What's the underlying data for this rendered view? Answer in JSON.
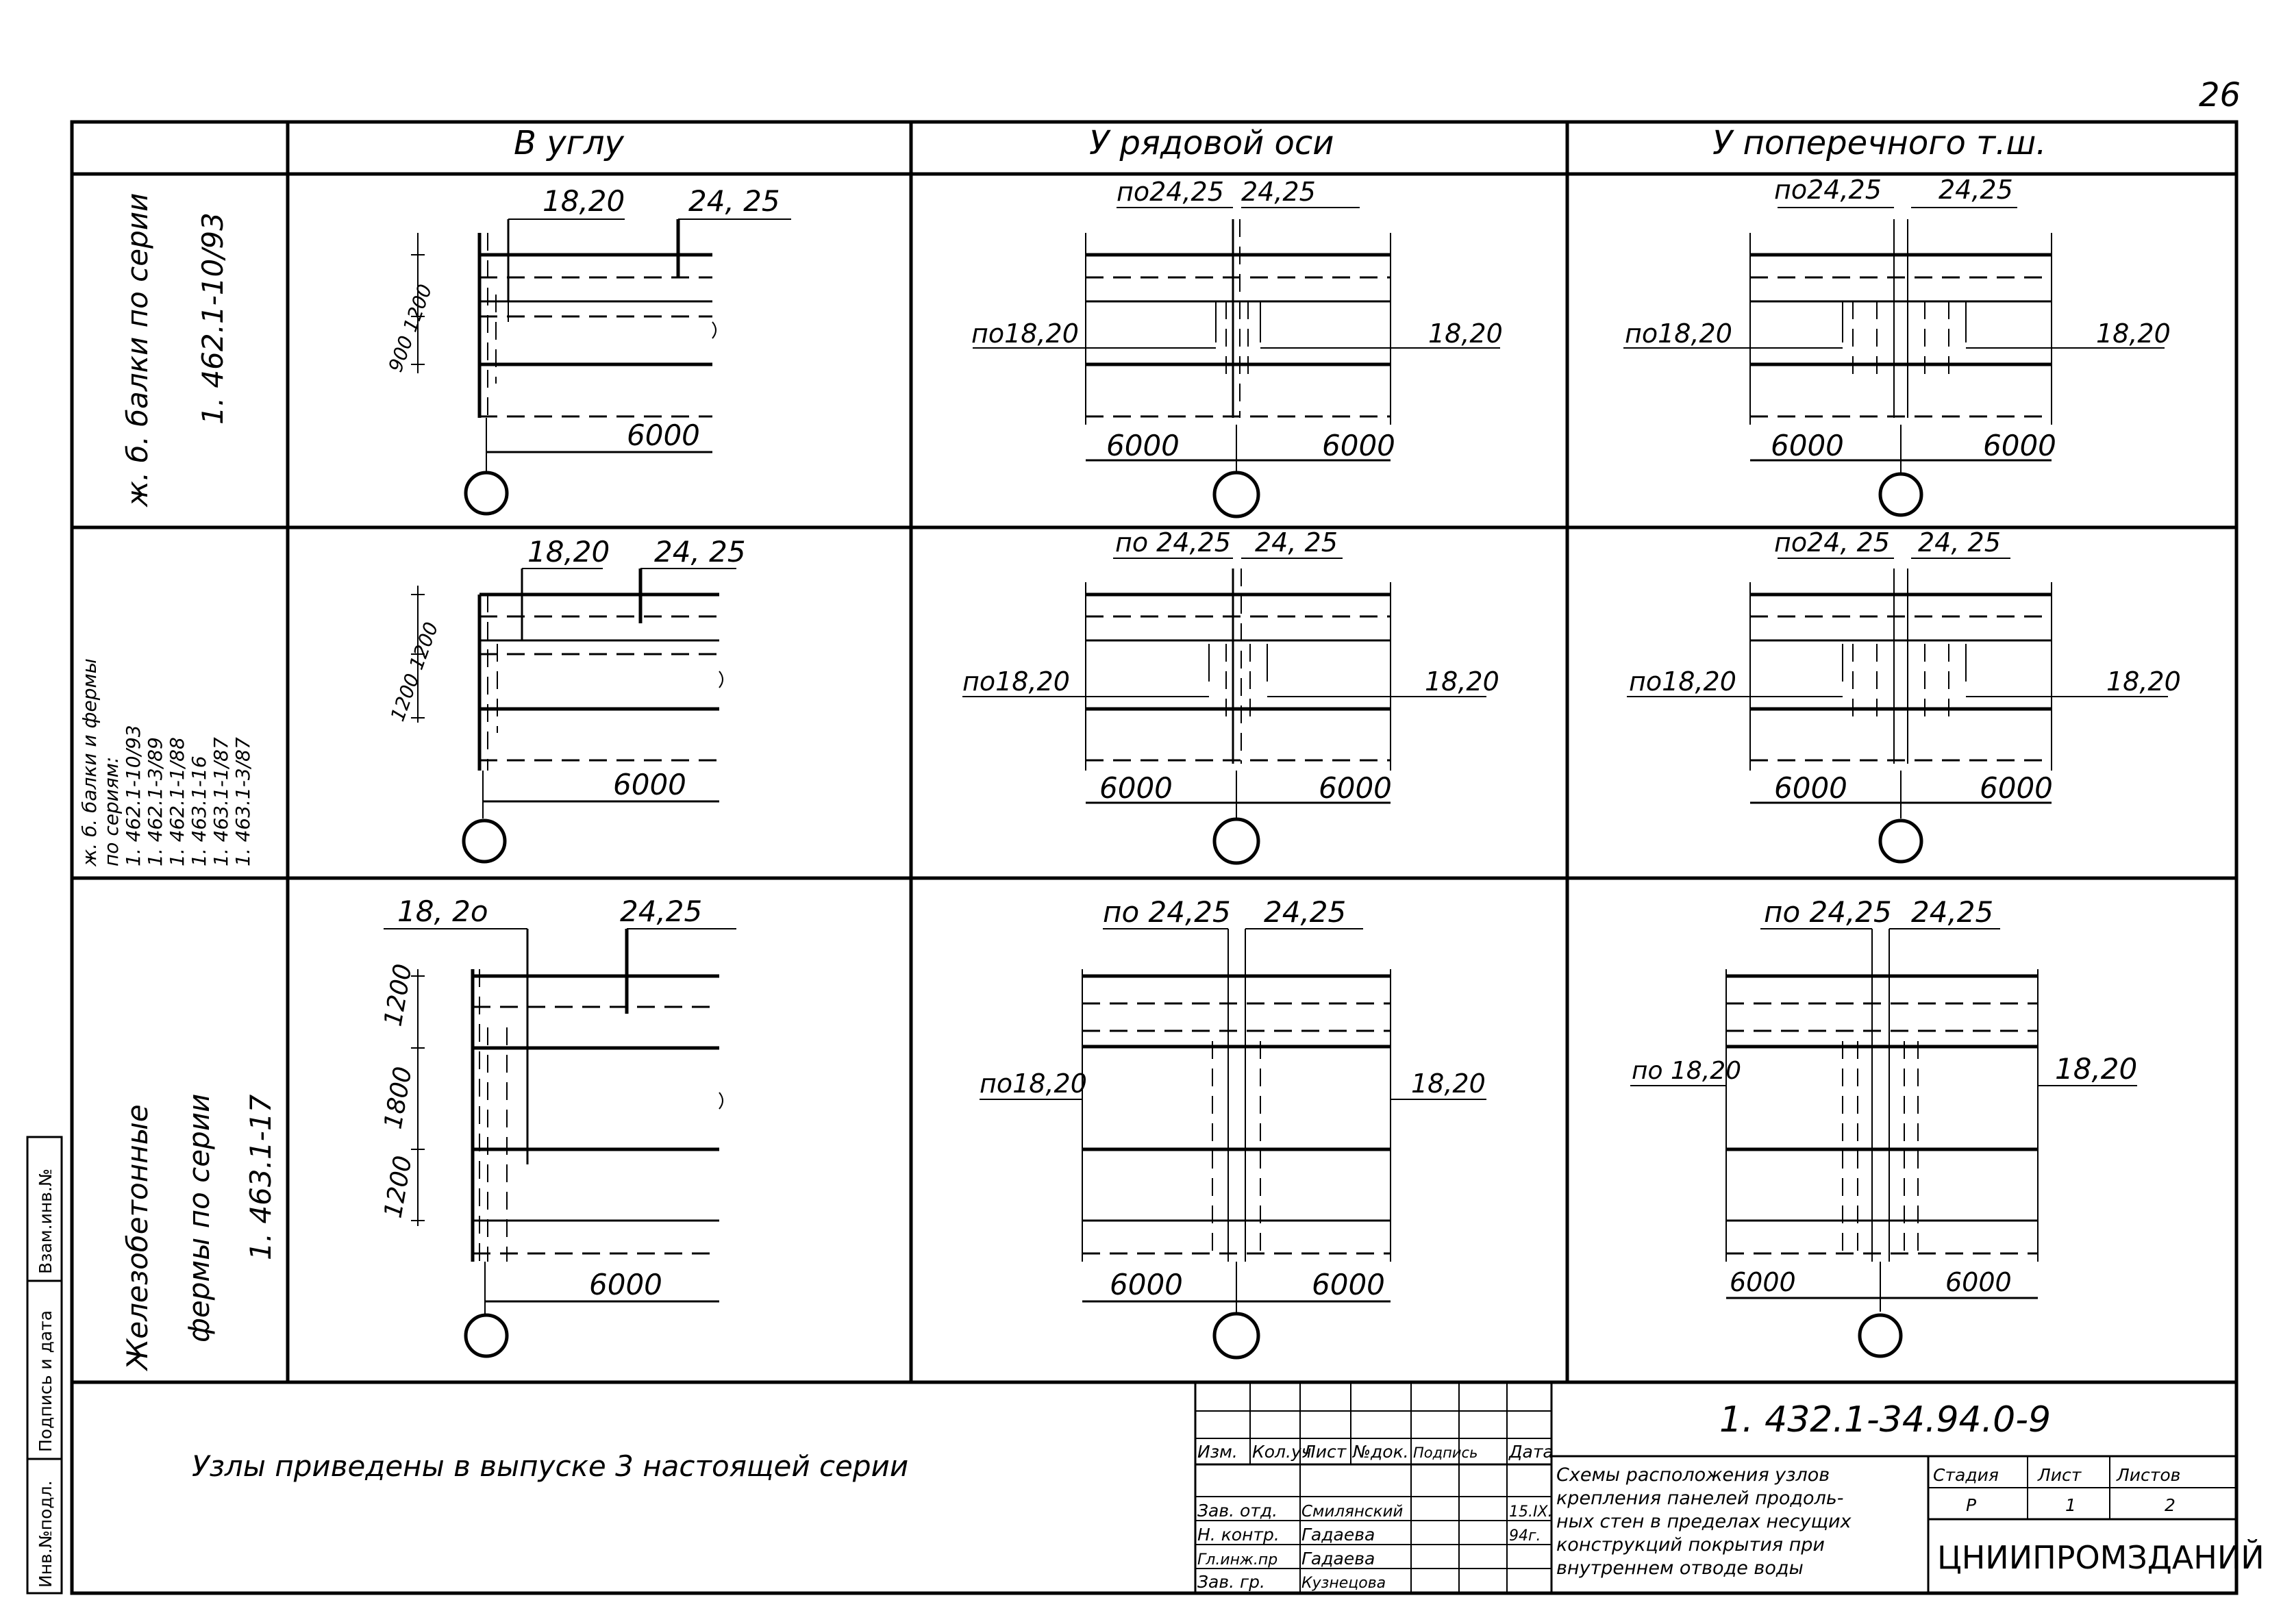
{
  "page_number": "26",
  "columns": [
    "В углу",
    "У рядовой оси",
    "У поперечного т.ш."
  ],
  "rows": [
    {
      "label_lines": [
        "ж. б. балки по серии",
        "1. 462.1-10/93"
      ]
    },
    {
      "label_lines": [
        "ж. б. балки и фермы",
        "по сериям:",
        "1. 462.1-10/93",
        "1. 462.1-3/89",
        "1. 462.1-1/88",
        "1. 463.1-16",
        "1. 463.1-1/87",
        "1. 463.1-3/87"
      ]
    },
    {
      "label_lines": [
        "Железобетонные",
        "фермы по серии",
        "1. 463.1-17"
      ]
    }
  ],
  "dims": {
    "r1_corner": {
      "left": "18,20",
      "right": "24, 25",
      "span": "6000",
      "vert": "900 1200"
    },
    "r1_axis": {
      "top_left": "по24,25",
      "top_right": "24,25",
      "mid_left": "по18,20",
      "mid_right": "18,20",
      "span_left": "6000",
      "span_right": "6000"
    },
    "r1_trans": {
      "top_left": "по24,25",
      "top_right": "24,25",
      "mid_left": "по18,20",
      "mid_right": "18,20",
      "span_left": "6000",
      "span_right": "6000"
    },
    "r2_corner": {
      "left": "18,20",
      "right": "24, 25",
      "span": "6000",
      "vert": "1200 1200"
    },
    "r2_axis": {
      "top_left": "по 24,25",
      "top_right": "24, 25",
      "mid_left": "по18,20",
      "mid_right": "18,20",
      "span_left": "6000",
      "span_right": "6000"
    },
    "r2_trans": {
      "top_left": "по24, 25",
      "top_right": "24, 25",
      "mid_left": "по18,20",
      "mid_right": "18,20",
      "span_left": "6000",
      "span_right": "6000"
    },
    "r3_corner": {
      "left": "18, 2о",
      "right": "24,25",
      "span": "6000",
      "v1": "1200",
      "v2": "1800",
      "v3": "1200"
    },
    "r3_axis": {
      "top_left": "по 24,25",
      "top_right": "24,25",
      "mid_left": "по18,20",
      "mid_right": "18,20",
      "span_left": "6000",
      "span_right": "6000"
    },
    "r3_trans": {
      "top_left": "по 24,25",
      "top_right": "24,25",
      "mid_left": "по 18,20",
      "mid_right": "18,20",
      "span_left": "6000",
      "span_right": "6000"
    }
  },
  "note": "Узлы приведены в выпуске 3 настоящей серии",
  "side_stamp": {
    "c1": "Инв.№подл.",
    "c2": "Подпись и дата",
    "c3": "Взам.инв.№"
  },
  "title_block": {
    "doc_code": "1. 432.1-34.94.0-9",
    "head": [
      "Изм.",
      "Кол.уч",
      "Лист",
      "№док.",
      "Подпись",
      "Дата"
    ],
    "people": [
      {
        "role": "Зав. отд.",
        "name": "Смилянский",
        "date": "15.IX."
      },
      {
        "role": "Н. контр.",
        "name": "Гадаева",
        "date": "94г."
      },
      {
        "role": "Гл.инж.пр",
        "name": "Гадаева",
        "date": ""
      },
      {
        "role": "Зав. гр.",
        "name": "Кузнецова",
        "date": ""
      }
    ],
    "description": [
      "Схемы расположения узлов",
      "крепления панелей продоль-",
      "ных стен в пределах несущих",
      "конструкций покрытия при",
      "внутреннем отводе воды"
    ],
    "stage_label": "Стадия",
    "sheet_label": "Лист",
    "sheets_label": "Листов",
    "stage": "Р",
    "sheet": "1",
    "sheets": "2",
    "org": "ЦНИИПРОМЗДАНИЙ"
  }
}
